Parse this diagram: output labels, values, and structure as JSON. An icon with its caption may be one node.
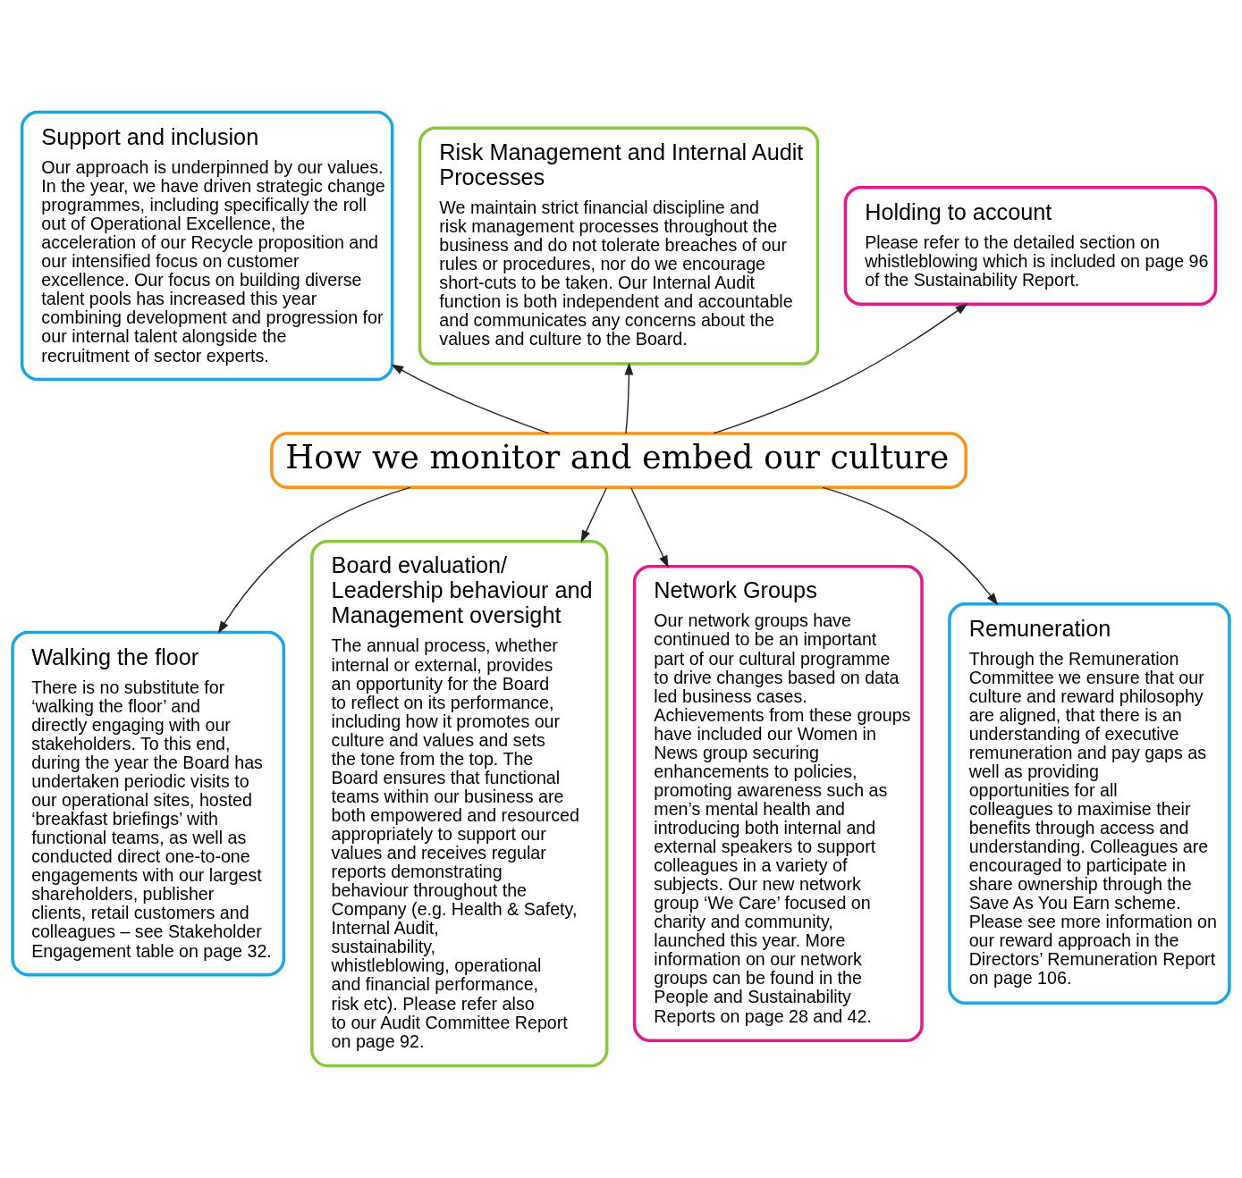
{
  "diagram": {
    "nodes": [
      {
        "text": [
          "Support and inclusion",
          "Our approach is underpinned by our values. In the year, we have driven strategic change programmes, including specifically the roll out of Operational Excellence, the acceleration of our Recycle proposition and our intensified focus on customer excellence. Our focus on building diverse talent pools has increased this year combining development and progression for our internal talent alongside the recruitment of sector experts."
        ]
      },
      {
        "text": [
          "Risk Management and Internal Audit Processes",
          "We maintain strict financial discipline and risk management processes throughout the business and do not tolerate breaches of our rules or procedures, nor do we encourage short-cuts to be taken. Our Internal Audit function is both independent and accountable and communicates any concerns about the values and culture to the Board."
        ]
      },
      {
        "text": [
          "Holding to account",
          "Please refer to the detailed section on whistleblowing which is included on page 96 of the Sustainability Report."
        ]
      },
      {
        "text": [
          "How we monitor and embed our culture"
        ]
      },
      {
        "text": [
          "Walking the floor",
          "There is no substitute for ‘walking the floor’ and directly engaging with our stakeholders. To this end, during the year the Board has undertaken periodic visits to our operational sites, hosted ‘breakfast briefings’ with functional teams, as well as conducted direct one-to-one engagements with our largest shareholders, publisher clients, retail customers and colleagues – see Stakeholder Engagement table on page 32."
        ]
      },
      {
        "text": [
          "Board evaluation/ Leadership behaviour and Management oversight",
          "The annual process, whether internal or external, provides an opportunity for the Board to reflect on its performance, including how it promotes our culture and values and sets the tone from the top. The Board ensures that functional teams within our business are both empowered and resourced appropriately to support our values and receives regular reports demonstrating behaviour throughout the Company (e.g. Health & Safety, Internal Audit, sustainability, whistleblowing, operational and financial performance, risk etc). Please refer also to our Audit Committee Report on page 92."
        ]
      },
      {
        "text": [
          "Network Groups",
          "Our network groups have continued to be an important part of our cultural programme to drive changes based on data led business cases. Achievements from these groups have included our Women in News group securing enhancements to policies, promoting awareness such as men’s mental health and introducing both internal and external speakers to support colleagues in a variety of subjects. Our new network group ‘We Care’ focused on charity and community, launched this year. More information on our network groups can be found in the People and Sustainability Reports on page 28 and 42."
        ]
      },
      {
        "text": [
          "Remuneration",
          "Through the Remuneration Committee we ensure that our culture and reward philosophy are aligned, that there is an understanding of executive remuneration and pay gaps as well as providing opportunities for all colleagues to maximise their benefits through access and understanding. Colleagues are encouraged to participate in share ownership through the Save As You Earn scheme. Please see more information on our reward approach in the Directors’ Remuneration Report on page 106."
        ]
      }
    ],
    "edges": [
      {
        "from": 3,
        "to": 0,
        "arrow": "to"
      },
      {
        "from": 3,
        "to": 1,
        "arrow": "to"
      },
      {
        "from": 3,
        "to": 2,
        "arrow": "to"
      },
      {
        "from": 3,
        "to": 4,
        "arrow": "to"
      },
      {
        "from": 3,
        "to": 5,
        "arrow": "to"
      },
      {
        "from": 3,
        "to": 6,
        "arrow": "to"
      },
      {
        "from": 3,
        "to": 7,
        "arrow": "to"
      }
    ]
  }
}
